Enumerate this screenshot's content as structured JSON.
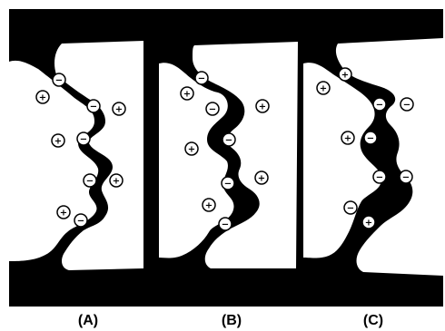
{
  "panels": [
    {
      "label": "(A)",
      "charges": [
        {
          "sign": "−"
        },
        {
          "sign": "+"
        },
        {
          "sign": "−"
        },
        {
          "sign": "+"
        },
        {
          "sign": "+"
        },
        {
          "sign": "−"
        },
        {
          "sign": "−"
        },
        {
          "sign": "+"
        },
        {
          "sign": "+"
        },
        {
          "sign": "−"
        }
      ]
    },
    {
      "label": "(B)",
      "charges": [
        {
          "sign": "−"
        },
        {
          "sign": "+"
        },
        {
          "sign": "−"
        },
        {
          "sign": "+"
        },
        {
          "sign": "−"
        },
        {
          "sign": "+"
        },
        {
          "sign": "−"
        },
        {
          "sign": "+"
        },
        {
          "sign": "+"
        },
        {
          "sign": "−"
        }
      ]
    },
    {
      "label": "(C)",
      "charges": [
        {
          "sign": "+"
        },
        {
          "sign": "+"
        },
        {
          "sign": "−"
        },
        {
          "sign": "−"
        },
        {
          "sign": "+"
        },
        {
          "sign": "−"
        },
        {
          "sign": "−"
        },
        {
          "sign": "−"
        },
        {
          "sign": "−"
        },
        {
          "sign": "+"
        }
      ]
    }
  ],
  "colors": {
    "background": "#000000",
    "tooth": "#ffffff",
    "ion_fill": "#ffffff",
    "ion_stroke": "#000000"
  }
}
